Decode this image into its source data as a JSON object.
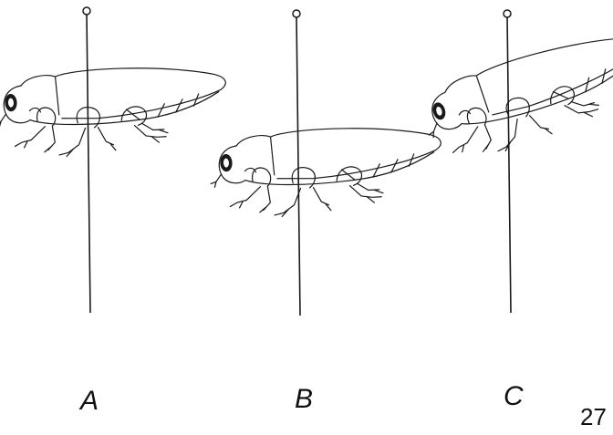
{
  "figure": {
    "panels": [
      {
        "label": "A",
        "pin_position": "middle"
      },
      {
        "label": "B",
        "pin_position": "low"
      },
      {
        "label": "C",
        "pin_position": "high"
      }
    ],
    "page_number": "27"
  },
  "colors": {
    "ink": "#1a1a1a",
    "background": "#ffffff"
  },
  "icons": [
    "insect-pin-icon",
    "beetle-icon"
  ]
}
